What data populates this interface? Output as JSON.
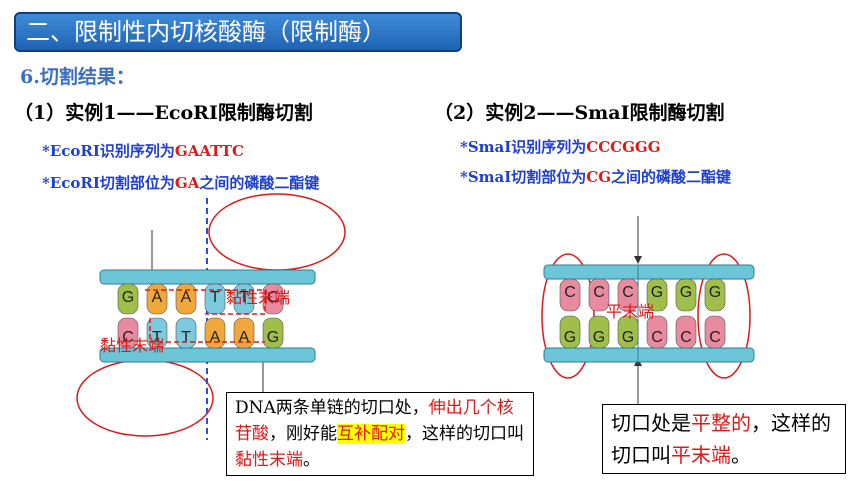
{
  "title": "二、限制性内切核酸酶（限制酶）",
  "subtitle": "6.切割结果：",
  "example1": {
    "heading": "（1）实例1——EcoRⅠ限制酶切割",
    "rule1_prefix": "*EcoRⅠ识别序列为",
    "rule1_seq": "GAATTC",
    "rule2_prefix": "*EcoRⅠ切割部位为",
    "rule2_site": "GA",
    "rule2_suffix": "之间的磷酸二酯键",
    "top_bases": [
      "G",
      "A",
      "A",
      "T",
      "T",
      "C"
    ],
    "bottom_bases": [
      "C",
      "T",
      "T",
      "A",
      "A",
      "G"
    ],
    "label_sticky_top": "黏性末端",
    "label_sticky_bottom": "黏性末端",
    "note": {
      "p1": "DNA两条单链的切口处，",
      "p2": "伸出几个核苷酸",
      "p3": "，刚好能",
      "p4": "互补配对",
      "p5": "，这样的切口叫",
      "p6": "黏性末端",
      "p7": "。"
    }
  },
  "example2": {
    "heading": "（2）实例2——SmaⅠ限制酶切割",
    "rule1_prefix": "*SmaⅠ识别序列为",
    "rule1_seq": "CCCGGG",
    "rule2_prefix": "*SmaⅠ切割部位为",
    "rule2_site": "CG",
    "rule2_suffix": "之间的磷酸二酯键",
    "top_bases": [
      "C",
      "C",
      "C",
      "G",
      "G",
      "G"
    ],
    "bottom_bases": [
      "G",
      "G",
      "G",
      "C",
      "C",
      "C"
    ],
    "label_blunt": "平末端",
    "note": {
      "p1": "切口处是",
      "p2": "平整的",
      "p3": "，这样的切口叫",
      "p4": "平末端",
      "p5": "。"
    }
  },
  "colors": {
    "G": "#9fbf4a",
    "A": "#f2a73a",
    "T": "#7ccadd",
    "C": "#e88aa0",
    "strand": "#6cc6d8",
    "accent_red": "#e01818",
    "rule_blue": "#1f3fd0"
  }
}
